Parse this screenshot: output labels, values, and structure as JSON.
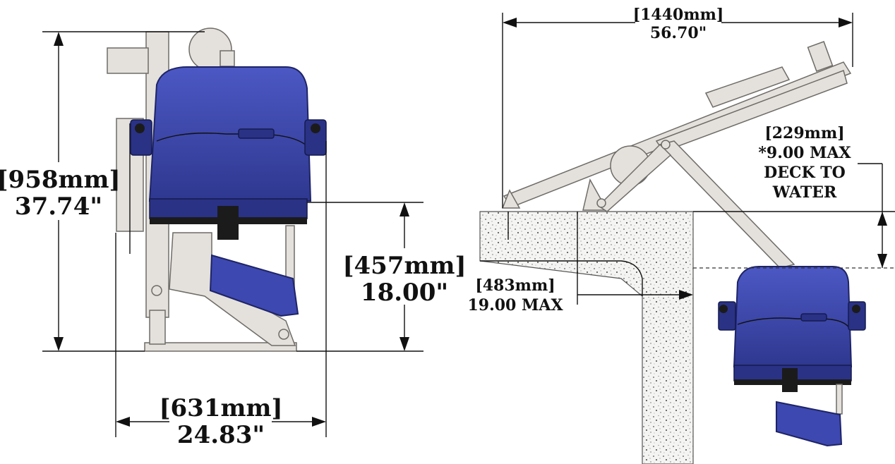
{
  "front_view": {
    "height_dim": {
      "metric": "[958mm]",
      "imperial": "37.74\""
    },
    "seat_height_dim": {
      "metric": "[457mm]",
      "imperial": "18.00\""
    },
    "width_dim": {
      "metric": "[631mm]",
      "imperial": "24.83\""
    }
  },
  "side_view": {
    "length_dim": {
      "metric": "[1440mm]",
      "imperial": "56.70\""
    },
    "deck_dim": {
      "line1": "[229mm]",
      "line2": "*9.00 MAX",
      "line3": "DECK TO",
      "line4": "WATER"
    },
    "setback_dim": {
      "metric": "[483mm]",
      "imperial": "19.00 MAX"
    }
  },
  "colors": {
    "seat_blue": "#3d48b0",
    "frame_grey": "#e4e1dc",
    "line_black": "#111111"
  }
}
